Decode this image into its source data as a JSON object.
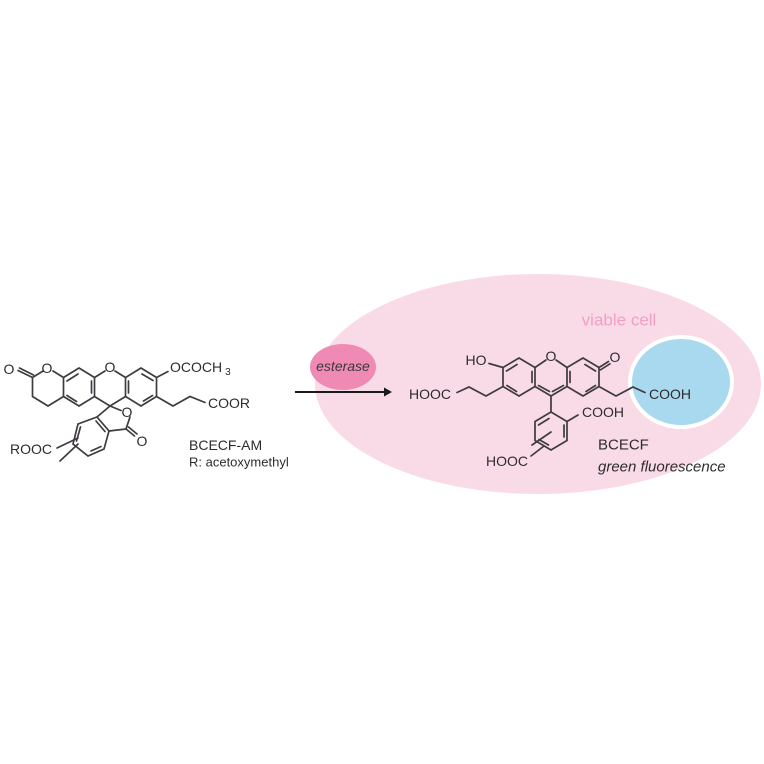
{
  "labels": {
    "am": {
      "carbonyl_o": "O",
      "lactone_o": "O",
      "xanthene_o": "O",
      "acetoxy": "OCOCH",
      "acetoxy_sub": "3",
      "ester_chain": "COOR",
      "aryl_ester": "ROOC",
      "spiro_o": "O",
      "spiro_carbonyl_o": "O",
      "name": "BCECF-AM",
      "r_definition": "R: acetoxymethyl"
    },
    "enzyme": "esterase",
    "cell": "viable cell",
    "product": {
      "hydroxyl": "HO",
      "xanthene_o": "O",
      "ketone_o": "O",
      "acid_left": "HOOC",
      "acid_right": "COOH",
      "aryl_acid_top": "COOH",
      "aryl_acid_bottom": "HOOC",
      "name": "BCECF",
      "fluorescence": "green fluorescence"
    }
  },
  "colors": {
    "cell_fill": "#f9dbe8",
    "cell_label": "#f0a0c4",
    "enzyme_fill": "#ef8ab5",
    "fluorescence_fill": "#a8d9ee",
    "bond": "#3f3b40",
    "arrow": "#1a1a1a"
  }
}
